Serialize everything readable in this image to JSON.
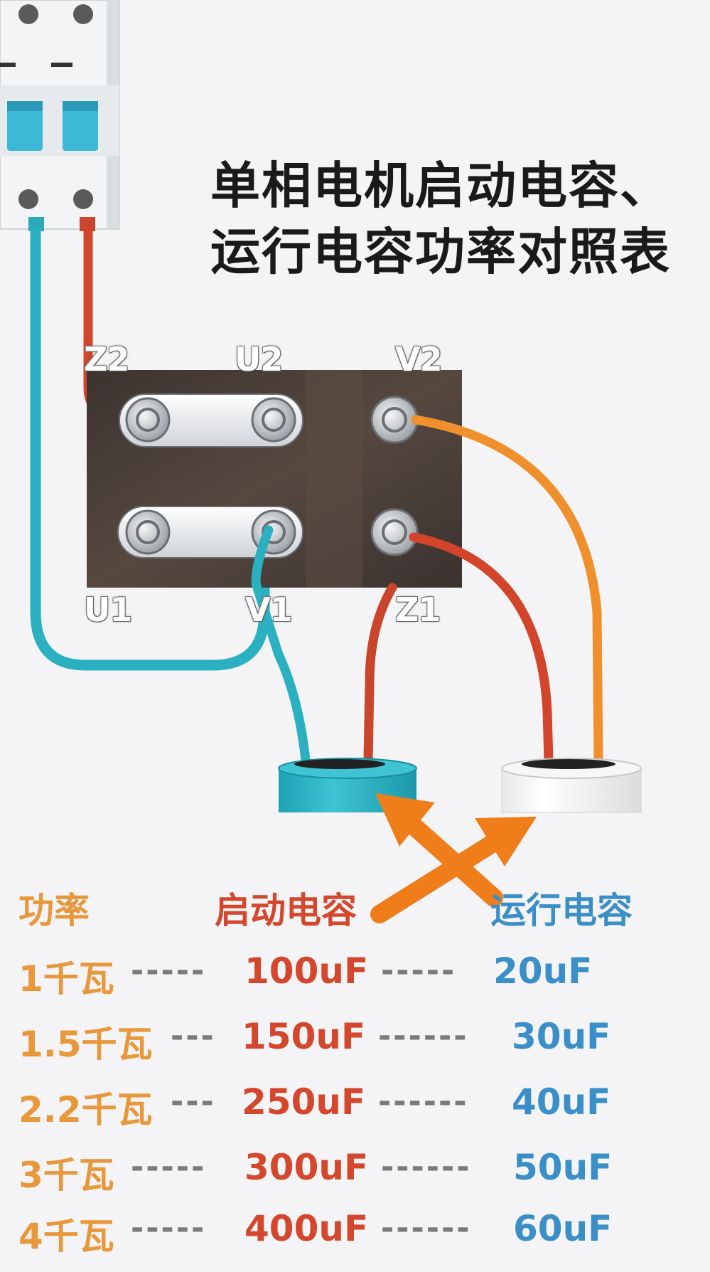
{
  "title": {
    "line1": "单相电机启动电容、",
    "line2": "运行电容功率对照表"
  },
  "terminals": {
    "z2": "Z2",
    "u2": "U2",
    "v2": "V2",
    "u1": "U1",
    "v1": "V1",
    "z1": "Z1"
  },
  "table": {
    "headers": {
      "power": "功率",
      "start": "启动电容",
      "run": "运行电容"
    },
    "rows": [
      {
        "power": "1千瓦",
        "start": "100uF",
        "run": "20uF",
        "dash1": "-----",
        "dash2": "-----"
      },
      {
        "power": "1.5千瓦",
        "start": "150uF",
        "run": "30uF",
        "dash1": "---",
        "dash2": "------"
      },
      {
        "power": "2.2千瓦",
        "start": "250uF",
        "run": "40uF",
        "dash1": "---",
        "dash2": "------"
      },
      {
        "power": "3千瓦",
        "start": "300uF",
        "run": "50uF",
        "dash1": "-----",
        "dash2": "------"
      },
      {
        "power": "4千瓦",
        "start": "400uF",
        "run": "60uF",
        "dash1": "-----",
        "dash2": "------"
      }
    ]
  },
  "colors": {
    "power": "#e8973a",
    "start": "#d4472c",
    "run": "#3a8fc8",
    "wire_blue": "#2ab0c0",
    "wire_red": "#d2452a",
    "wire_orange": "#f0902c",
    "arrow": "#ef7d1a",
    "terminal_box": "#4a3f3a"
  }
}
